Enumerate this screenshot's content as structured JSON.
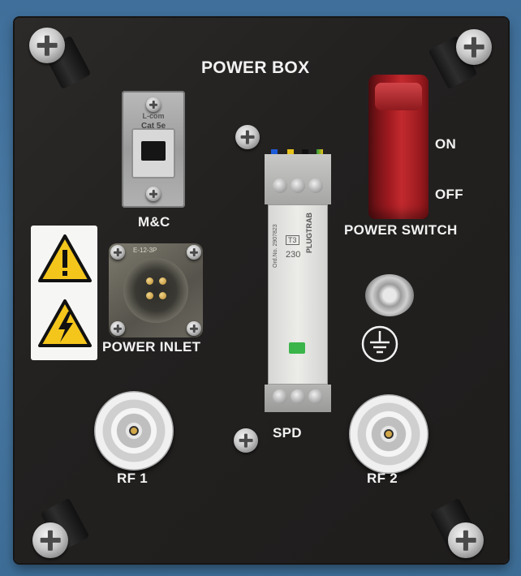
{
  "panel": {
    "title": "POWER BOX",
    "labels": {
      "mc": "M&C",
      "power_inlet": "POWER INLET",
      "power_switch": "POWER SWITCH",
      "on": "ON",
      "off": "OFF",
      "spd": "SPD",
      "rf1": "RF 1",
      "rf2": "RF 2"
    }
  },
  "rj45": {
    "brand": "L-com",
    "category": "Cat 5e"
  },
  "spd_module": {
    "brand": "PLUGTRAB",
    "type": "T3",
    "voltage": "230",
    "ord_no": "Ord.No. 2907823"
  },
  "inlet": {
    "marking": "E-12-3P"
  },
  "colors": {
    "panel": "#232120",
    "background": "#4a7aa4",
    "switch": "#b3201f",
    "text": "#f2f2f2"
  },
  "icons": [
    "warning-exclamation-icon",
    "electrical-hazard-icon",
    "ground-symbol-icon",
    "phillips-screw-icon"
  ]
}
